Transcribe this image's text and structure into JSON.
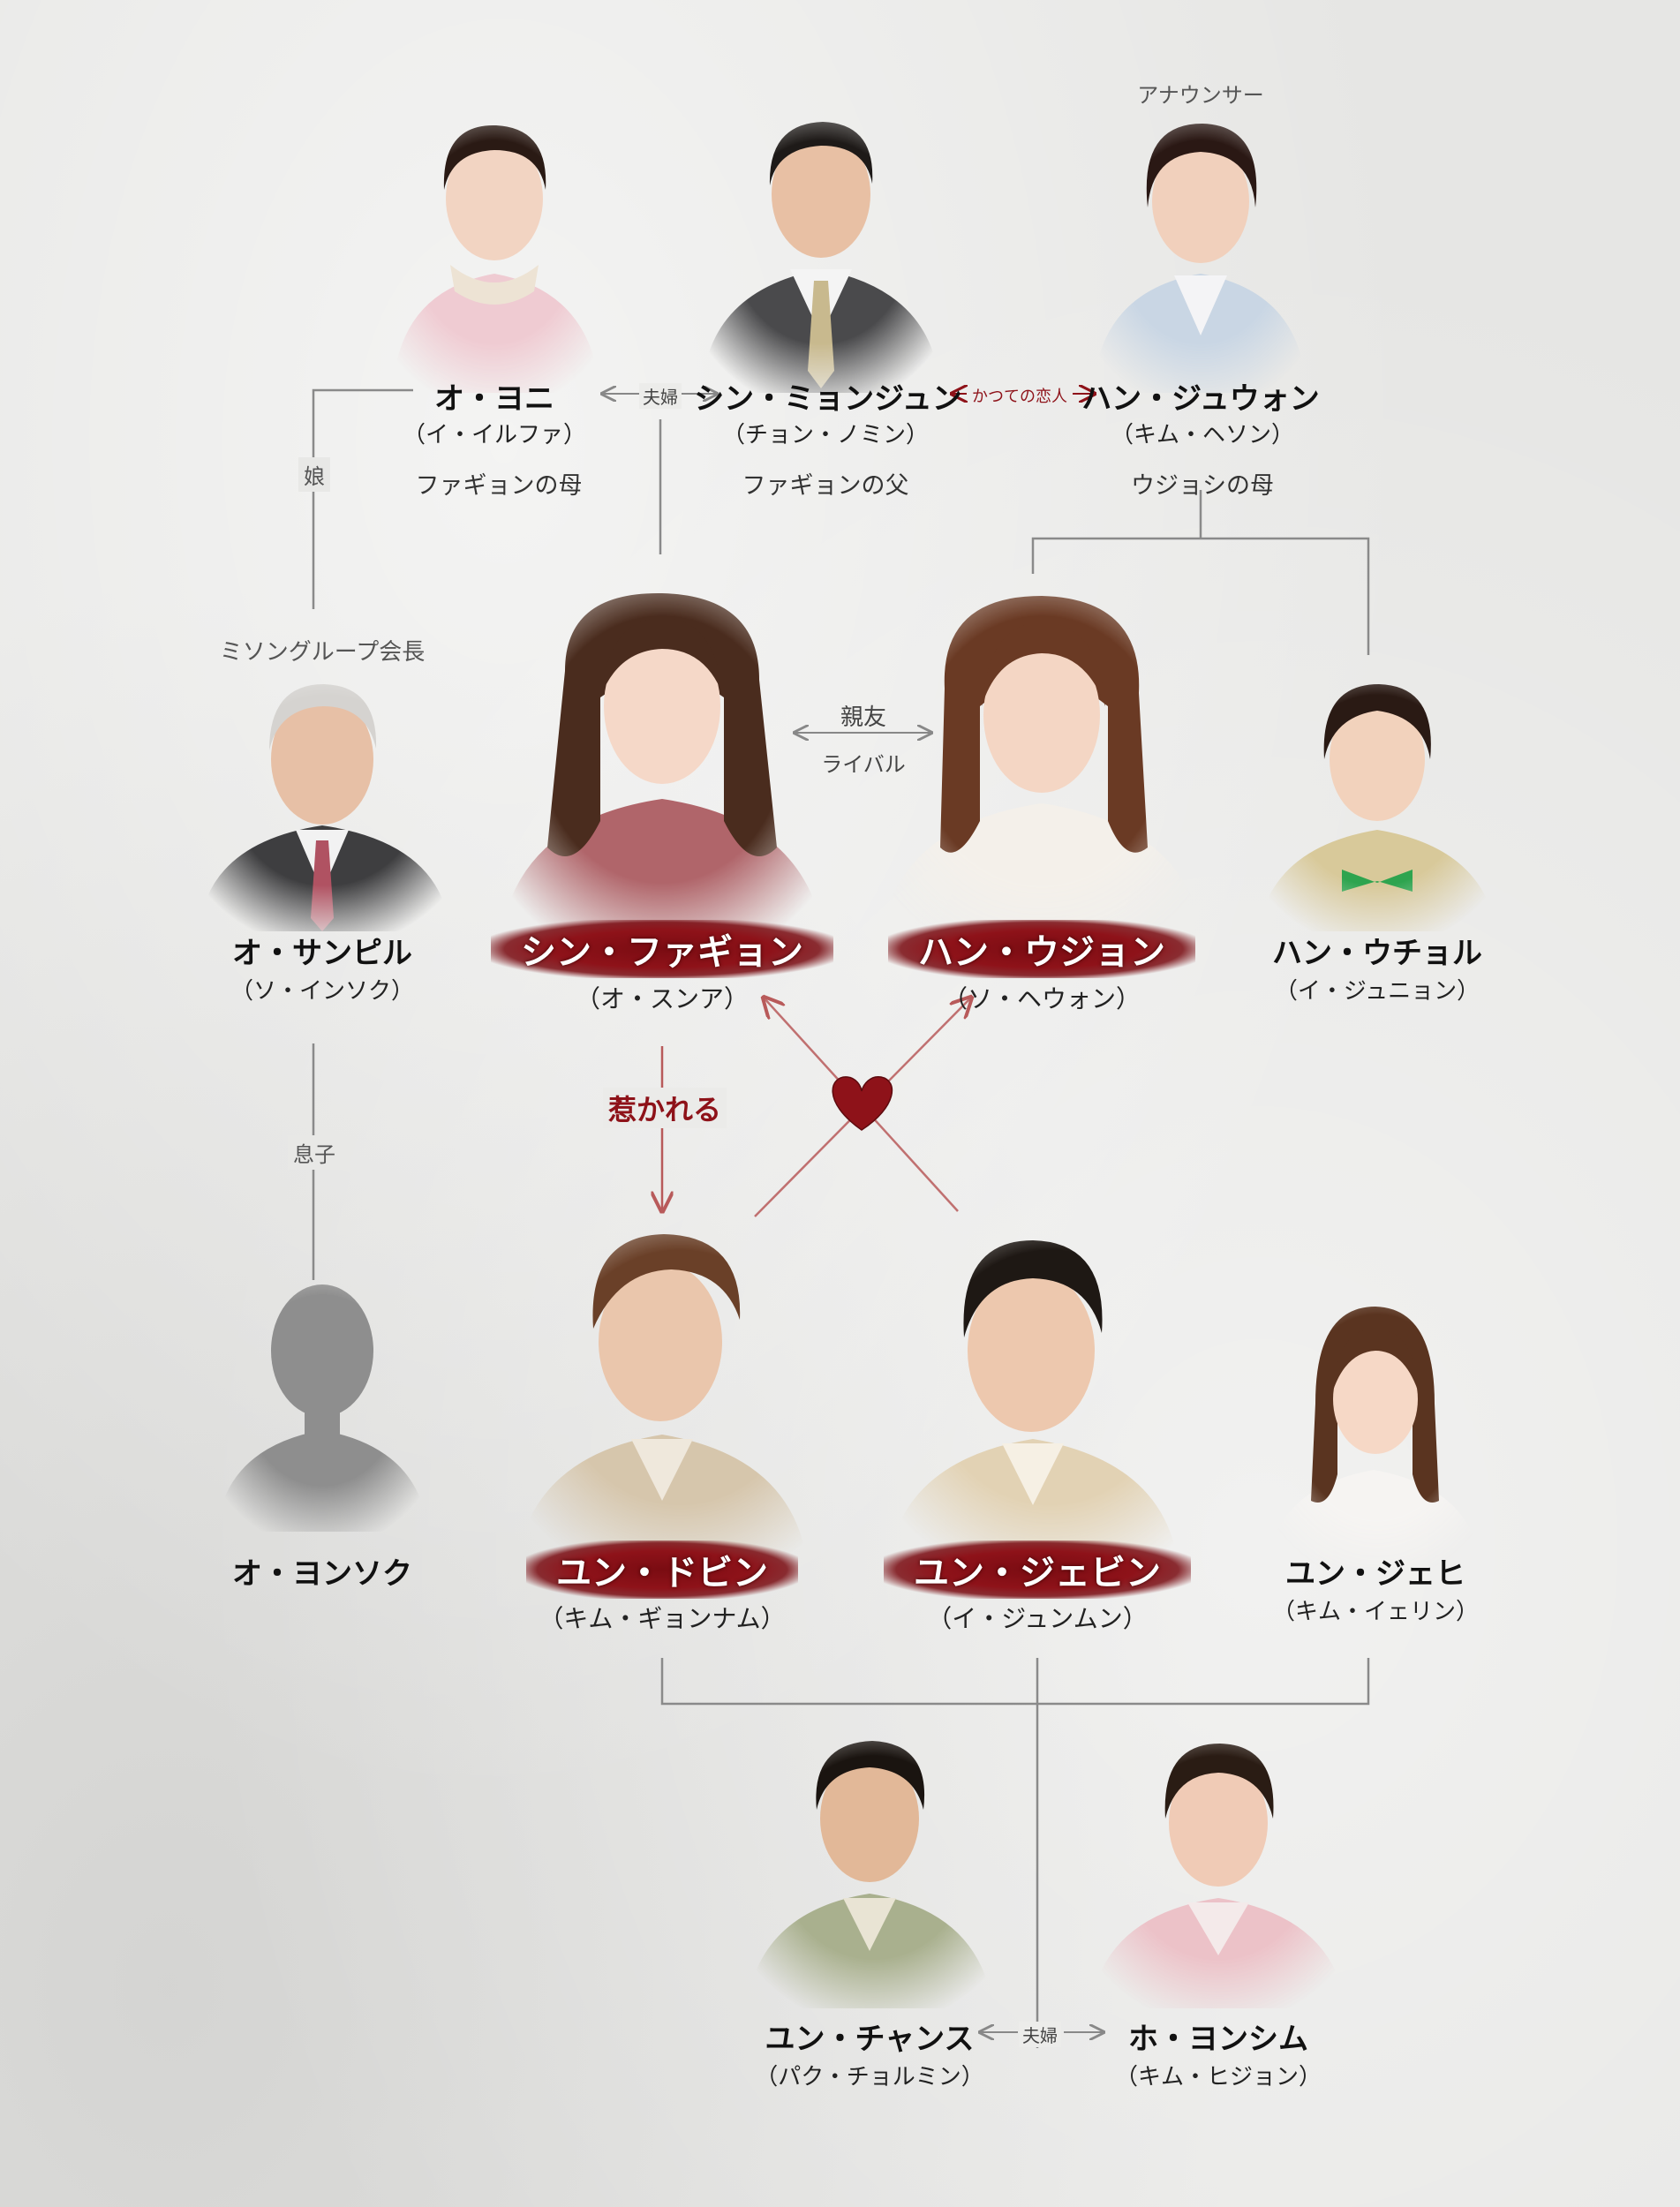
{
  "colors": {
    "accent": "#8e1219",
    "line": "#8a8a8a",
    "text": "#111111"
  },
  "people": {
    "oh_yeoni": {
      "name": "オ・ヨニ",
      "actor": "（イ・イルファ）",
      "role": "ファギョンの母"
    },
    "shin_myungjun": {
      "name": "シン・ミョンジュン",
      "actor": "（チョン・ノミン）",
      "role": "ファギョンの父"
    },
    "han_juwon": {
      "name": "ハン・ジュウォン",
      "actor": "（キム・ヘソン）",
      "role": "ウジョシの母",
      "title": "アナウンサー"
    },
    "oh_sanpil": {
      "name": "オ・サンピル",
      "actor": "（ソ・インソク）",
      "title": "ミソングループ会長"
    },
    "shin_hwagyeon": {
      "name": "シン・ファギョン",
      "actor": "（オ・スンア）"
    },
    "han_ujeon": {
      "name": "ハン・ウジョン",
      "actor": "（ソ・ヘウォン）"
    },
    "han_ucheol": {
      "name": "ハン・ウチョル",
      "actor": "（イ・ジュニョン）"
    },
    "oh_yeonsok": {
      "name": "オ・ヨンソク"
    },
    "yoon_dobin": {
      "name": "ユン・ドビン",
      "actor": "（キム・ギョンナム）"
    },
    "yoon_jebin": {
      "name": "ユン・ジェビン",
      "actor": "（イ・ジュンムン）"
    },
    "yoon_jehi": {
      "name": "ユン・ジェヒ",
      "actor": "（キム・イェリン）"
    },
    "yoon_chansu": {
      "name": "ユン・チャンス",
      "actor": "（パク・チョルミン）"
    },
    "ho_yeonsim": {
      "name": "ホ・ヨンシム",
      "actor": "（キム・ヒジョン）"
    }
  },
  "relations": {
    "married_top": "夫婦",
    "former_lovers": "かつての恋人",
    "daughter": "娘",
    "son": "息子",
    "best_friends": "親友",
    "rivals": "ライバル",
    "attracted": "惹かれる",
    "married_bottom": "夫婦"
  }
}
